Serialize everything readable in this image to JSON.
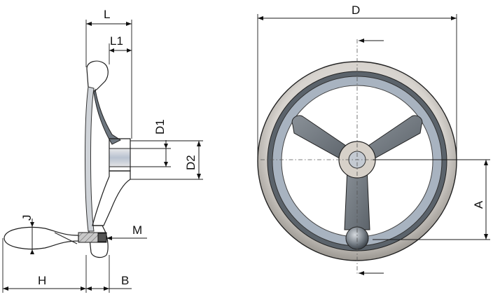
{
  "labels": {
    "L": "L",
    "L1": "L1",
    "D1": "D1",
    "D2": "D2",
    "J": "J",
    "M": "M",
    "H": "H",
    "B": "B",
    "D": "D",
    "A": "A"
  },
  "colors": {
    "metal_light": "#d9d6d3",
    "metal_dark": "#5d656d",
    "spoke": "#737b82",
    "hatch_fill": "#8e8e8e",
    "inner_blue": "#9ea9b8",
    "hub": "#cfcac3",
    "line": "#1a1a1a"
  }
}
